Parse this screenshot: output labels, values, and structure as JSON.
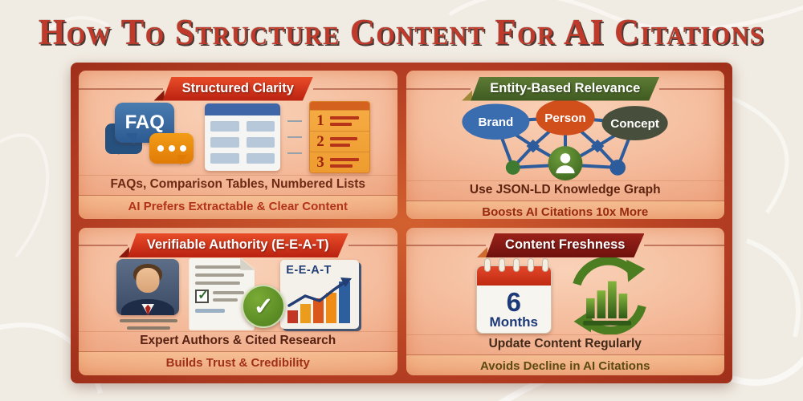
{
  "page": {
    "title": "How To Structure Content For AI Citations"
  },
  "colors": {
    "background": "#f1ece3",
    "title_red": "#c03a2b",
    "frame_red": "#a5301d",
    "card_salmon": "#f4ba9a",
    "banner_red": "#cf2f18",
    "banner_green": "#4e6a2a",
    "banner_maroon": "#8a1c14",
    "node_blue": "#3a6cb0",
    "node_orange": "#d04f1b",
    "node_dark_olive": "#474f3c",
    "accent_green": "#4c7d1c",
    "navy": "#1c3a78"
  },
  "cards": [
    {
      "id": "structured-clarity",
      "banner": "Structured Clarity",
      "line1": "FAQs, Comparison Tables, Numbered Lists",
      "line2": "AI Prefers Extractable & Clear Content",
      "icons": [
        "faq-speech-bubbles",
        "comparison-table",
        "numbered-list"
      ],
      "faq_label": "FAQ",
      "list_numbers": [
        "1",
        "2",
        "3"
      ]
    },
    {
      "id": "entity-based-relevance",
      "banner": "Entity-Based Relevance",
      "line1": "Use JSON-LD Knowledge Graph",
      "line2": "Boosts AI Citations 10x More",
      "icons": [
        "knowledge-graph"
      ],
      "graph_nodes": [
        "Brand",
        "Person",
        "Concept"
      ]
    },
    {
      "id": "verifiable-authority",
      "banner": "Verifiable Authority (E-E-A-T)",
      "line1": "Expert Authors & Cited Research",
      "line2": "Builds Trust & Credibility",
      "icons": [
        "author-avatar",
        "cited-document",
        "check-badge",
        "eeat-chart"
      ],
      "chart_label": "E-E-A-T"
    },
    {
      "id": "content-freshness",
      "banner": "Content Freshness",
      "line1": "Update Content Regularly",
      "line2": "Avoids Decline in AI Citations",
      "icons": [
        "calendar",
        "refresh-growth-chart"
      ],
      "calendar_number": "6",
      "calendar_unit": "Months"
    }
  ]
}
